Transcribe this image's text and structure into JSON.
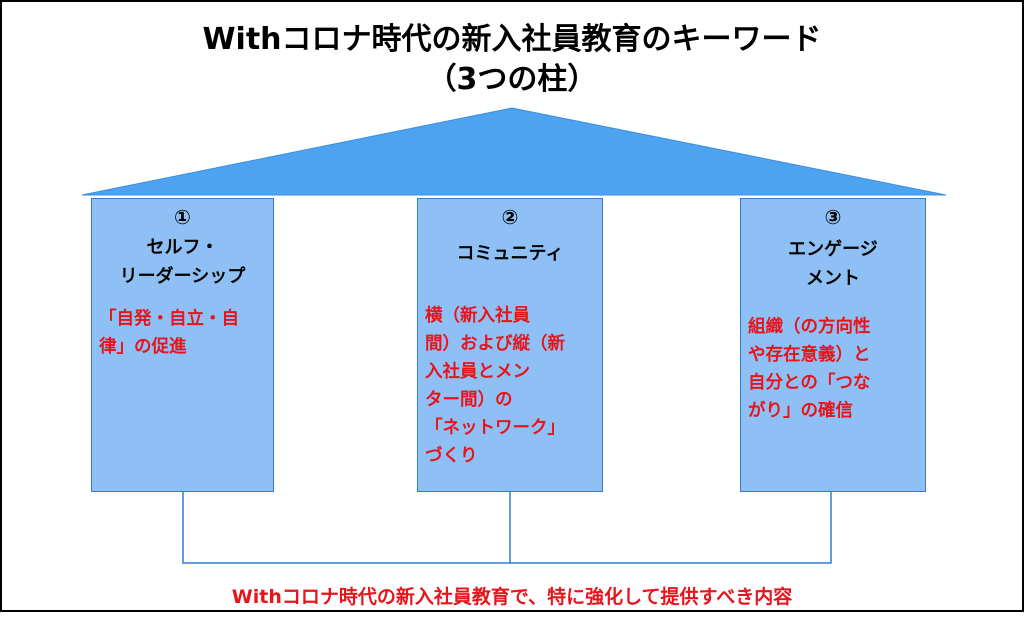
{
  "title": {
    "line1": "Withコロナ時代の新入社員教育のキーワード",
    "line2": "（3つの柱）"
  },
  "pillars": [
    {
      "number": "①",
      "title_lines": [
        "セルフ・",
        "リーダーシップ"
      ],
      "desc_lines": [
        "「自発・自立・自",
        "律」の促進"
      ]
    },
    {
      "number": "②",
      "title_lines": [
        "コミュニティ"
      ],
      "desc_lines": [
        "横（新入社員",
        "間）および縦（新",
        "入社員とメン",
        "ター間）の",
        "「ネットワーク」",
        "づくり"
      ]
    },
    {
      "number": "③",
      "title_lines": [
        "エンゲージ",
        "メント"
      ],
      "desc_lines": [
        "組織（の方向性",
        "や存在意義）と",
        "自分との「つな",
        "がり」の確信"
      ]
    }
  ],
  "caption": "Withコロナ時代の新入社員教育で、特に強化して提供すべき内容",
  "colors": {
    "roof": "#4da3ef",
    "pillar_fill": "#8fc0f5",
    "pillar_border": "#2f7fd0",
    "desc_text": "#e8141b",
    "connector": "#2f7fd0"
  }
}
